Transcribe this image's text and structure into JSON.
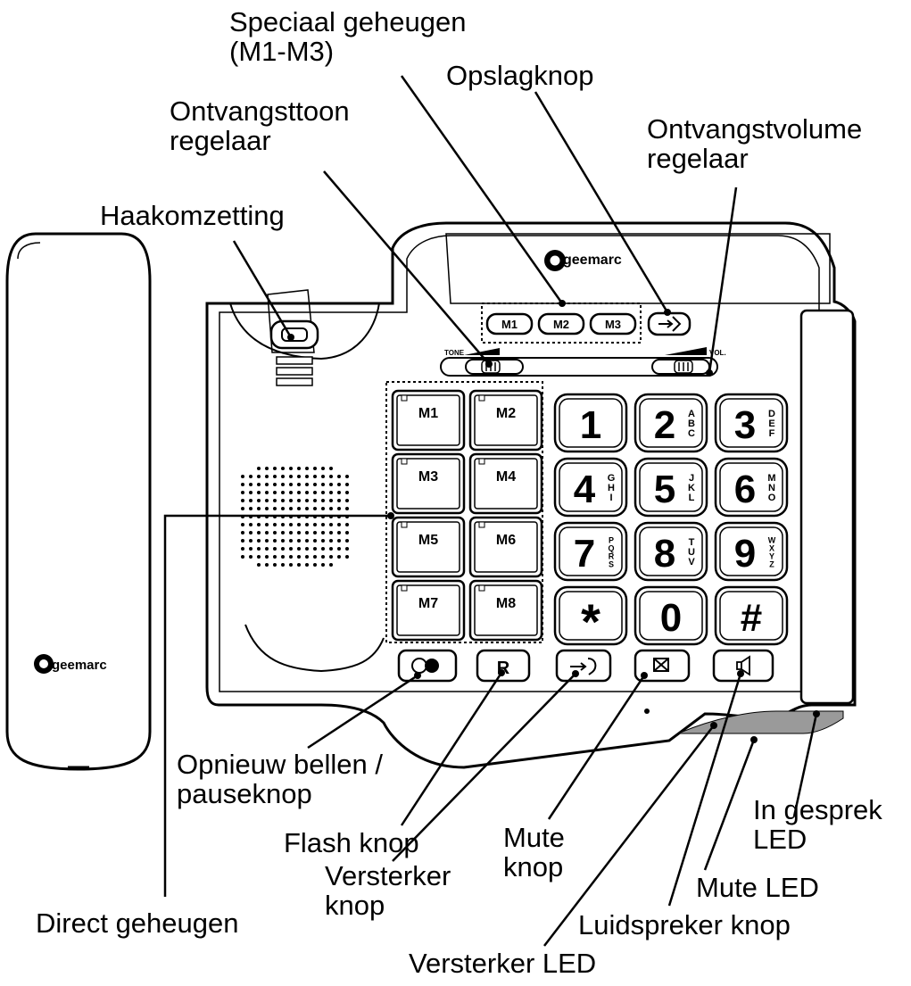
{
  "brand": {
    "logo_text": "geemarc"
  },
  "phone": {
    "tone_label": "TONE",
    "vol_label": "VOL.",
    "special_memory_keys": [
      "M1",
      "M2",
      "M3"
    ],
    "direct_memory_keys": [
      "M1",
      "M2",
      "M3",
      "M4",
      "M5",
      "M6",
      "M7",
      "M8"
    ],
    "keypad": [
      {
        "digit": "1",
        "letters": ""
      },
      {
        "digit": "2",
        "letters": "ABC"
      },
      {
        "digit": "3",
        "letters": "DEF"
      },
      {
        "digit": "4",
        "letters": "GHI"
      },
      {
        "digit": "5",
        "letters": "JKL"
      },
      {
        "digit": "6",
        "letters": "MNO"
      },
      {
        "digit": "7",
        "letters": "PQRS"
      },
      {
        "digit": "8",
        "letters": "TUV"
      },
      {
        "digit": "9",
        "letters": "WXYZ"
      },
      {
        "digit": "*",
        "letters": ""
      },
      {
        "digit": "0",
        "letters": ""
      },
      {
        "digit": "#",
        "letters": ""
      }
    ],
    "flash_key_label": "R"
  },
  "icons": {
    "redial": "redial-pause-icon",
    "store": "store-arrow-icon",
    "booster": "booster-arrow-icon",
    "mute": "mute-crossed-icon",
    "speaker": "speaker-icon"
  },
  "labels": {
    "speciaal_geheugen": "Speciaal geheugen\n(M1-M3)",
    "opslagknop": "Opslagknop",
    "ontvangsttoon": "Ontvangsttoon\nregelaar",
    "ontvangstvolume": "Ontvangstvolume\nregelaar",
    "haakomzetting": "Haakomzetting",
    "opnieuw_bellen": "Opnieuw bellen /\npauseknop",
    "flash_knop": "Flash knop",
    "versterker_knop": "Versterker\nknop",
    "mute_knop": "Mute\nknop",
    "in_gesprek_led": "In gesprek\nLED",
    "mute_led": "Mute LED",
    "luidspreker_knop": "Luidspreker knop",
    "direct_geheugen": "Direct geheugen",
    "versterker_led": "Versterker LED"
  }
}
